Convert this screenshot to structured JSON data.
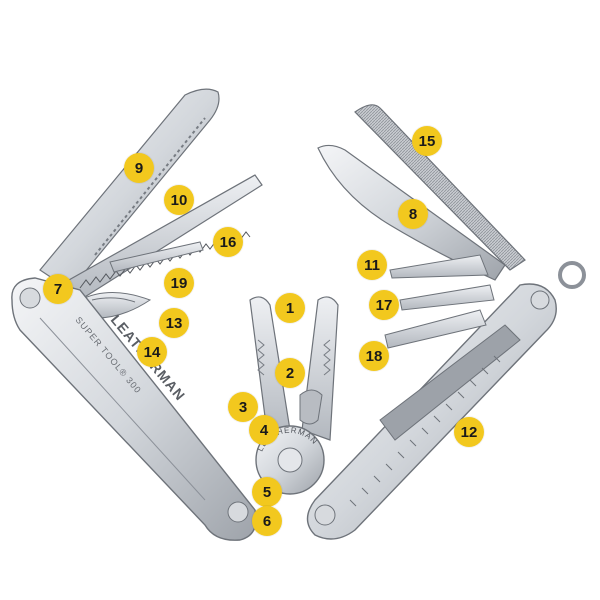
{
  "image": {
    "subject": "multi-tool",
    "colors": {
      "badge": "#f2c81e",
      "badge_text": "#1a1a1a",
      "steel_light": "#e9ebee",
      "steel_mid": "#c7cbd1",
      "steel_dark": "#8c9199",
      "background": "#ffffff"
    }
  },
  "engravings": {
    "brand": "LEATHERMAN",
    "model": "SUPER TOOL® 300",
    "pivot": "LEATHERMAN"
  },
  "callouts": [
    {
      "number": "1"
    },
    {
      "number": "2"
    },
    {
      "number": "3"
    },
    {
      "number": "4"
    },
    {
      "number": "5"
    },
    {
      "number": "6"
    },
    {
      "number": "7"
    },
    {
      "number": "8"
    },
    {
      "number": "9"
    },
    {
      "number": "10"
    },
    {
      "number": "11"
    },
    {
      "number": "12"
    },
    {
      "number": "13"
    },
    {
      "number": "14"
    },
    {
      "number": "15"
    },
    {
      "number": "16"
    },
    {
      "number": "17"
    },
    {
      "number": "18"
    },
    {
      "number": "19"
    }
  ]
}
